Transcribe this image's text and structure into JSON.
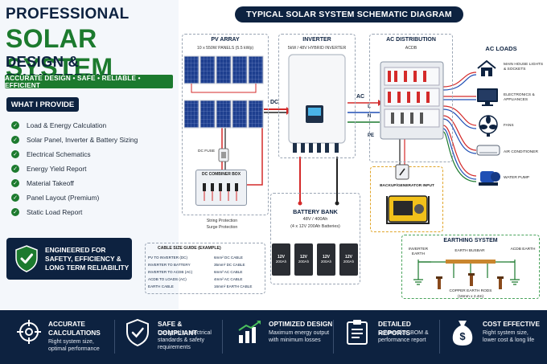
{
  "hero": {
    "line1": "PROFESSIONAL",
    "line2": "SOLAR SYSTEM",
    "line3": "DESIGN & ENGINEERING",
    "tagline": "ACCURATE DESIGN  •  SAFE  •  RELIABLE  •  EFFICIENT"
  },
  "provide": {
    "title": "WHAT I PROVIDE",
    "items": [
      "Load & Energy Calculation",
      "Solar Panel, Inverter & Battery Sizing",
      "Electrical Schematics",
      "Energy Yield Report",
      "Material Takeoff",
      "Panel Layout (Premium)",
      "Static Load Report"
    ]
  },
  "safety": {
    "text": "ENGINEERED FOR SAFETY, EFFICIENCY & LONG TERM RELIABILITY"
  },
  "diagram": {
    "title": "TYPICAL SOLAR SYSTEM SCHEMATIC DIAGRAM",
    "pv": {
      "title": "PV ARRAY",
      "sub": "10 x 550W PANELS (5.5 kWp)"
    },
    "inverter": {
      "title": "INVERTER",
      "sub": "5kW / 48V HYBRID INVERTER"
    },
    "acdist": {
      "title": "AC DISTRIBUTION",
      "sub": "ACDB"
    },
    "acloads": {
      "title": "AC LOADS",
      "items": [
        "MAIN HOUSE LIGHTS & SOCKETS",
        "ELECTRONICS & APPLIANCES",
        "FANS",
        "AIR CONDITIONER",
        "WATER PUMP"
      ]
    },
    "dc_label": "DC",
    "ac_label": "AC",
    "l": "L",
    "n": "N",
    "pe": "PE",
    "dc_fuse": "DC FUSE",
    "combiner": "DC COMBINER BOX",
    "string_protection": "String Protection",
    "surge_protection": "Surge Protection",
    "battery": {
      "title": "BATTERY BANK",
      "sub1": "48V / 400Ah",
      "sub2": "(4 x 12V 200Ah Batteries)",
      "cells": [
        {
          "v": "12V",
          "ah": "200Ah"
        },
        {
          "v": "12V",
          "ah": "200Ah"
        },
        {
          "v": "12V",
          "ah": "200Ah"
        },
        {
          "v": "12V",
          "ah": "200Ah"
        }
      ]
    },
    "generator": "BACKUP/GENERATOR INPUT",
    "cable_guide": {
      "title": "CABLE SIZE GUIDE (EXAMPLE)",
      "rows": [
        {
          "from": "PV TO INVERTER (DC)",
          "size": "6mm² DC CABLE"
        },
        {
          "from": "INVERTER TO BATTERY",
          "size": "35mm² DC CABLE"
        },
        {
          "from": "INVERTER TO ACDB (AC)",
          "size": "6mm² AC CABLE"
        },
        {
          "from": "ACDB TO LOADS (AC)",
          "size": "4mm² AC CABLE"
        },
        {
          "from": "EARTH CABLE",
          "size": "16mm² EARTH CABLE"
        }
      ]
    },
    "earthing": {
      "title": "EARTHING SYSTEM",
      "inverter_earth": "INVERTER EARTH",
      "busbar": "EARTH BUSBAR",
      "acdb_earth": "ACDB EARTH",
      "rods": "COPPER EARTH RODS",
      "rods_sub": "(16mm x 2.4m)"
    }
  },
  "features": [
    {
      "title": "ACCURATE CALCULATIONS",
      "desc": "Right system size, optimal performance"
    },
    {
      "title": "SAFE & COMPLIANT",
      "desc": "Designed to electrical standards & safety requirements"
    },
    {
      "title": "OPTIMIZED DESIGN",
      "desc": "Maximum energy output with minimum losses"
    },
    {
      "title": "DETAILED REPORTS",
      "desc": "Schematics, BOM & performance report"
    },
    {
      "title": "COST EFFECTIVE",
      "desc": "Right system size, lower cost & long life"
    }
  ],
  "colors": {
    "navy": "#0d2240",
    "green": "#1c7a2e",
    "dc_red": "#d42a2a",
    "ac_blue": "#1f4fb5"
  }
}
